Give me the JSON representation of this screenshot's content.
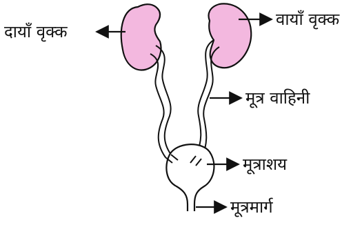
{
  "labels": {
    "right_kidney": "दायाँ वृक्क",
    "left_kidney": "वायाँ वृक्क",
    "ureter": "मूत्र वाहिनी",
    "bladder": "मूत्राशय",
    "urethra": "मूत्रमार्ग"
  },
  "colors": {
    "kidney_fill": "#f3b8df",
    "outline": "#111111",
    "background": "#ffffff"
  }
}
